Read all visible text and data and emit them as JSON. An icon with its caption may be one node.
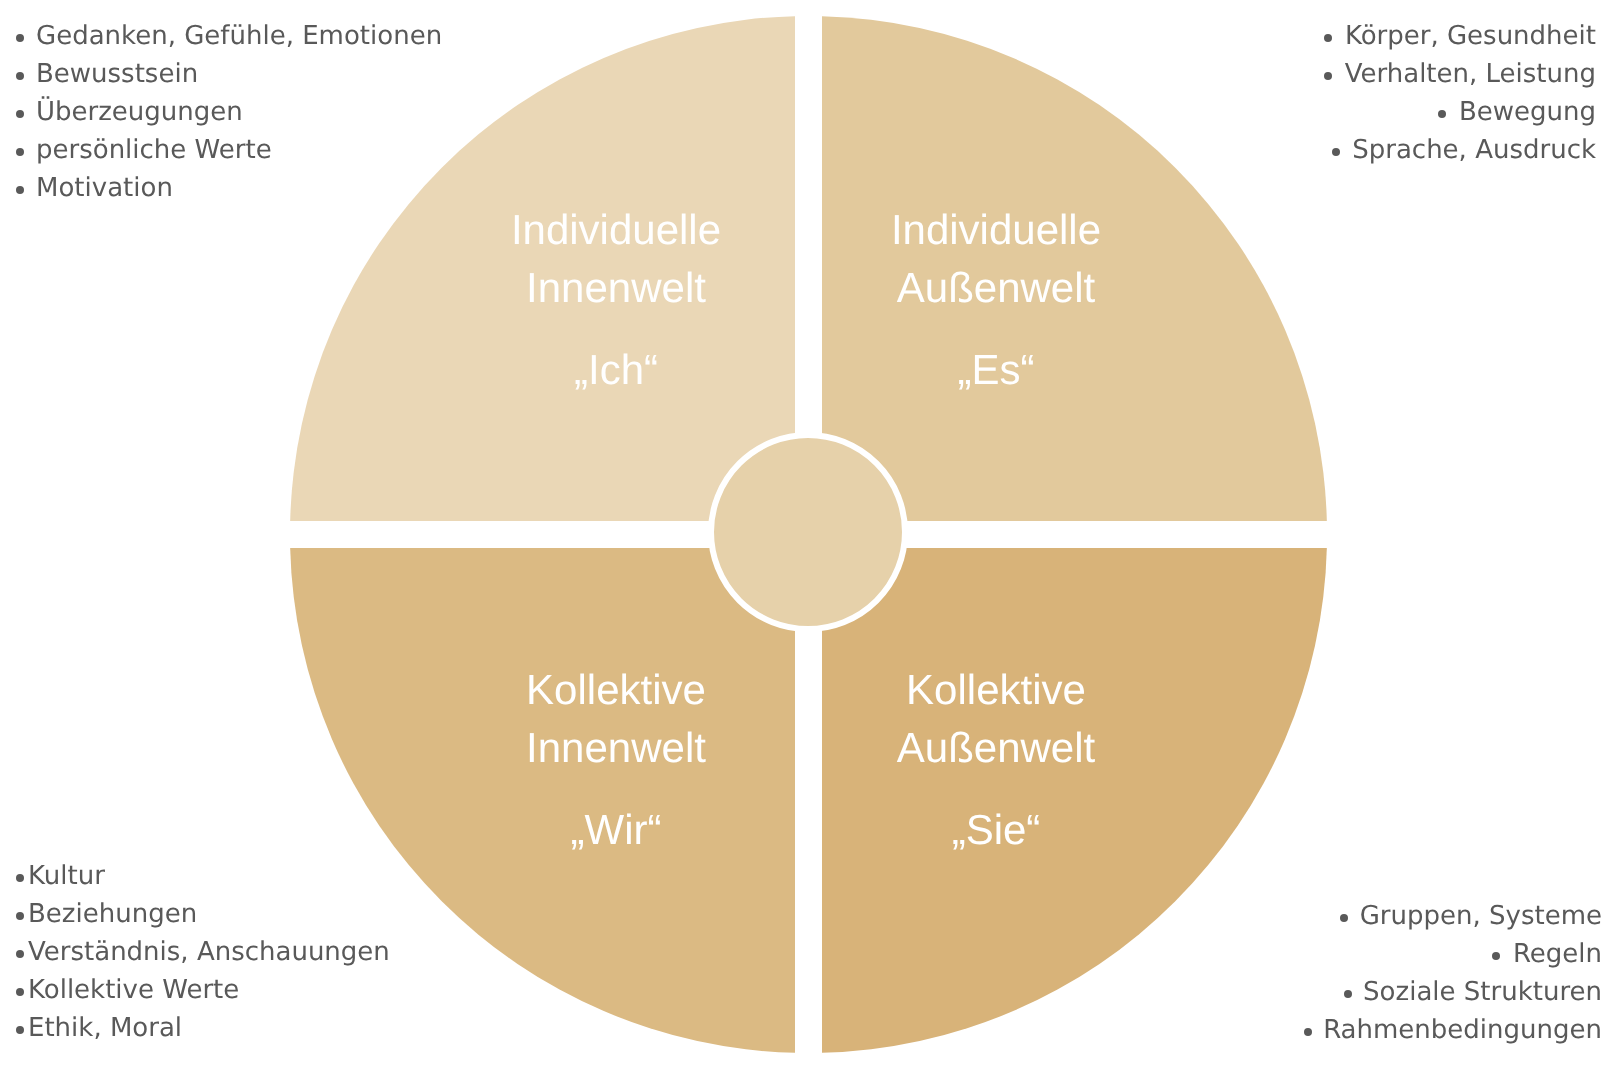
{
  "diagram": {
    "nodes": [
      {
        "text": [
          "Individuelle Innenwelt",
          "„Ich“"
        ],
        "beside": [
          "Gedanken, Gefühle, Emotionen",
          "Bewusstsein",
          "Überzeugungen",
          "persönliche Werte",
          "Motivation"
        ]
      },
      {
        "text": [
          "Individuelle Außenwelt",
          "„Es“"
        ],
        "beside": [
          "Körper, Gesundheit",
          "Verhalten, Leistung",
          "Bewegung",
          "Sprache, Ausdruck"
        ]
      },
      {
        "text": [
          "Kollektive Innenwelt",
          "„Wir“"
        ],
        "beside": [
          "Kultur",
          "Beziehungen",
          "Verständnis, Anschauungen",
          "Kollektive Werte",
          "Ethik, Moral"
        ]
      },
      {
        "text": [
          "Kollektive Außenwelt",
          "„Sie“"
        ],
        "beside": [
          "Gruppen, Systeme",
          "Regeln",
          "Soziale Strukturen",
          "Rahmenbedingungen"
        ]
      },
      {
        "text": [],
        "shape": "circle"
      }
    ]
  }
}
